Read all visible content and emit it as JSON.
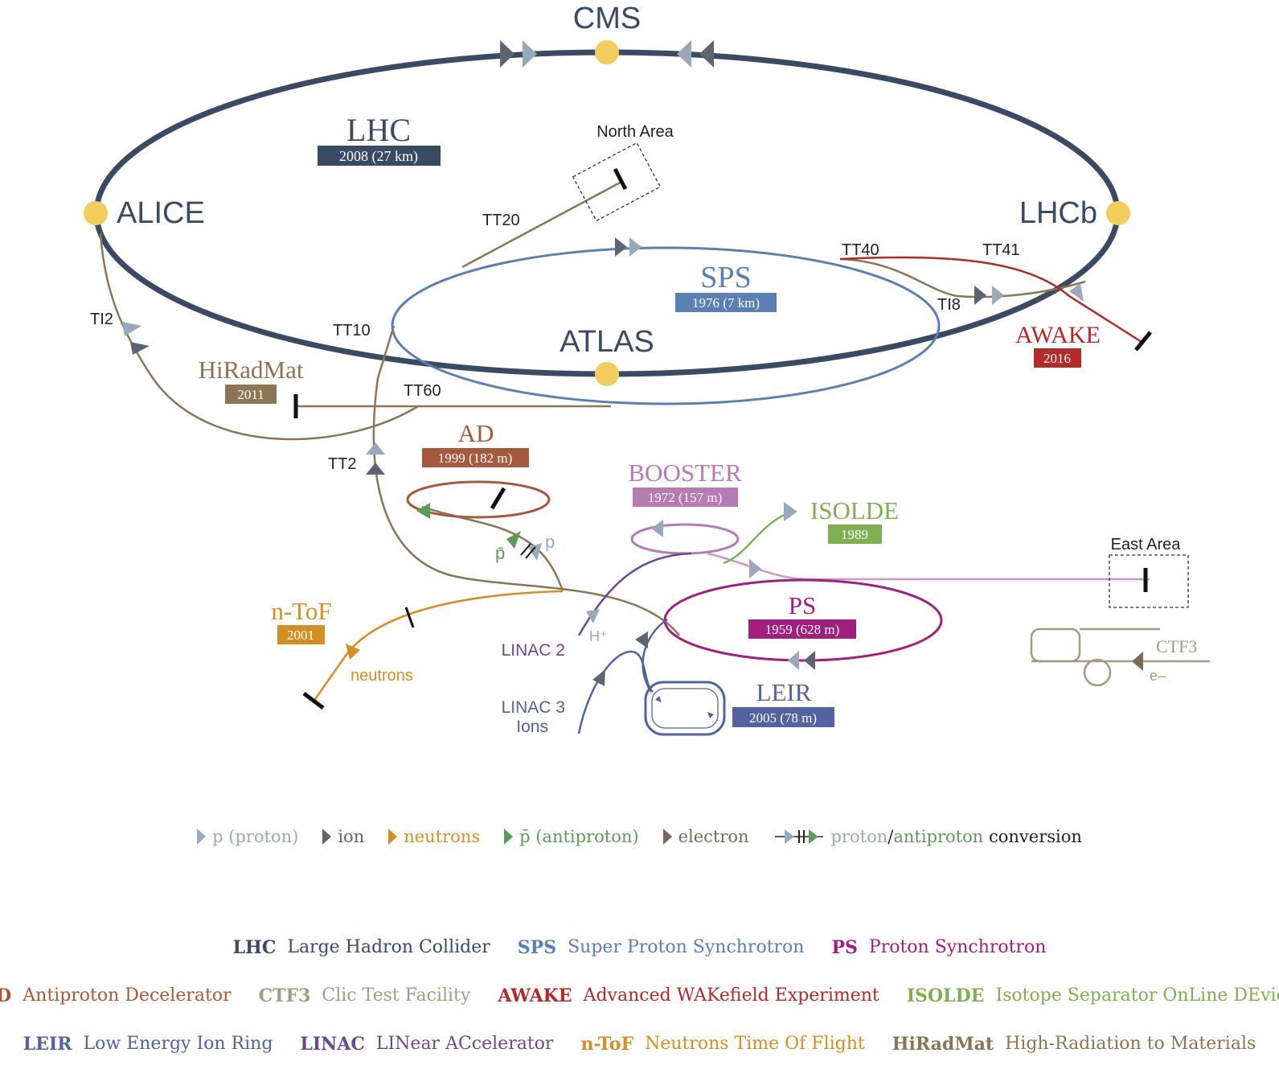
{
  "colors": {
    "lhc": "#3b4a63",
    "sps": "#5b7fb0",
    "ps": "#a0207f",
    "booster": "#b67ab5",
    "ad": "#a55a3e",
    "isolde": "#7faf52",
    "awake": "#b22a2a",
    "ntof": "#d38f24",
    "hiradmat": "#8a7654",
    "leir": "#5263a0",
    "linac": "#6b4a8a",
    "ctf3": "#a89a80",
    "proton": "#9aa8ba",
    "ion": "#5d6572",
    "electron": "#7a6a58",
    "antiproton": "#5d9b5a",
    "text": "#222222",
    "experiment_dot": "#f2cd5b"
  },
  "experiments": [
    "CMS",
    "ALICE",
    "LHCb",
    "ATLAS"
  ],
  "machines": {
    "lhc": {
      "name": "LHC",
      "badge": "2008 (27 km)"
    },
    "sps": {
      "name": "SPS",
      "badge": "1976 (7 km)"
    },
    "awake": {
      "name": "AWAKE",
      "badge": "2016"
    },
    "hiradmat": {
      "name": "HiRadMat",
      "badge": "2011"
    },
    "ad": {
      "name": "AD",
      "badge": "1999 (182 m)"
    },
    "booster": {
      "name": "BOOSTER",
      "badge": "1972 (157 m)"
    },
    "isolde": {
      "name": "ISOLDE",
      "badge": "1989"
    },
    "ntof": {
      "name": "n-ToF",
      "badge": "2001"
    },
    "ps": {
      "name": "PS",
      "badge": "1959 (628 m)"
    },
    "leir": {
      "name": "LEIR",
      "badge": "2005 (78 m)"
    },
    "ctf3": {
      "name": "CTF3"
    }
  },
  "labels": {
    "north_area": "North Area",
    "east_area": "East Area",
    "tt20": "TT20",
    "tt40": "TT40",
    "tt41": "TT41",
    "ti8": "TI8",
    "ti2": "TI2",
    "tt10": "TT10",
    "tt60": "TT60",
    "tt2": "TT2",
    "pbar": "p̄",
    "p": "p",
    "neutrons": "neutrons",
    "h_plus": "H⁺",
    "linac2": "LINAC 2",
    "linac3": "LINAC 3",
    "ions": "Ions",
    "e_minus": "e–"
  },
  "legend": {
    "proton": "p (proton)",
    "ion": "ion",
    "neutrons": "neutrons",
    "antiproton": "p̄ (antiproton)",
    "electron": "electron",
    "conv_proton": "proton",
    "conv_slash": "/",
    "conv_antiproton": "antiproton",
    "conv_word": " conversion"
  },
  "abbreviations": [
    [
      {
        "short": "LHC",
        "long": "Large Hadron Collider",
        "color": "#3b4a63"
      },
      {
        "short": "SPS",
        "long": "Super Proton Synchrotron",
        "color": "#5b7fb0"
      },
      {
        "short": "PS",
        "long": "Proton Synchrotron",
        "color": "#a0207f"
      }
    ],
    [
      {
        "short": "AD",
        "long": "Antiproton Decelerator",
        "color": "#a55a3e"
      },
      {
        "short": "CTF3",
        "long": "Clic Test Facility",
        "color": "#a89a80"
      },
      {
        "short": "AWAKE",
        "long": "Advanced WAKefield Experiment",
        "color": "#b22a2a"
      },
      {
        "short": "ISOLDE",
        "long": "Isotope Separator OnLine DEvice",
        "color": "#7faf52"
      }
    ],
    [
      {
        "short": "LEIR",
        "long": "Low Energy Ion Ring",
        "color": "#5263a0"
      },
      {
        "short": "LINAC",
        "long": "LINear ACcelerator",
        "color": "#6b4a8a"
      },
      {
        "short": "n-ToF",
        "long": "Neutrons Time Of Flight",
        "color": "#d38f24"
      },
      {
        "short": "HiRadMat",
        "long": "High-Radiation to Materials",
        "color": "#8a7654"
      }
    ]
  ]
}
